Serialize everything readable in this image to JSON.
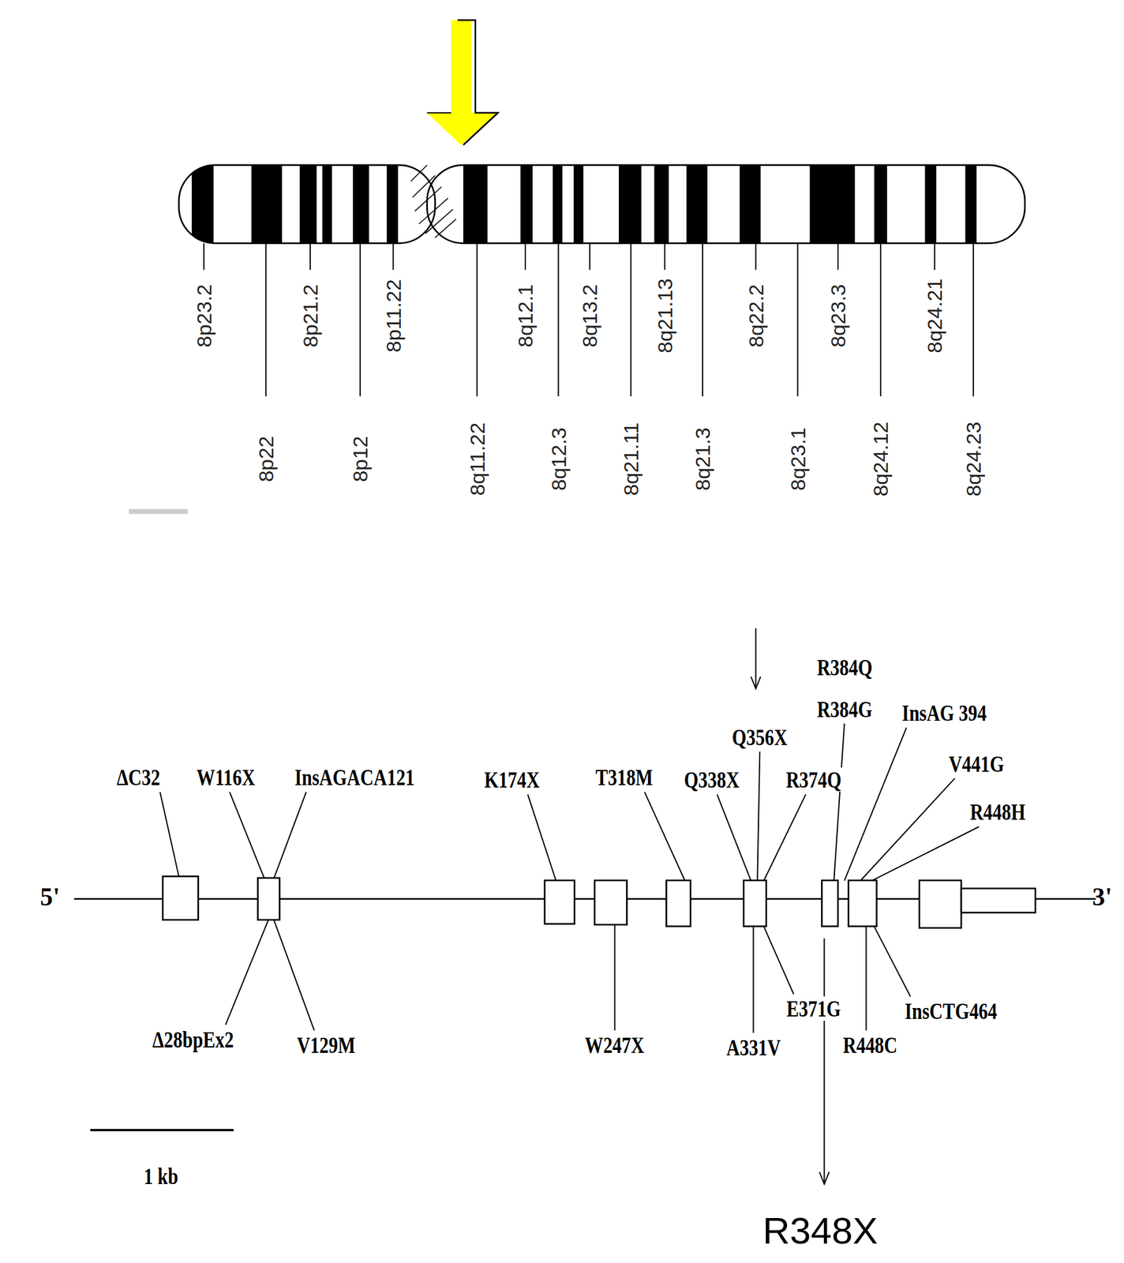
{
  "diagram": {
    "labels": [
      "8p23.2",
      "8p22",
      "8p21.2",
      "8p12",
      "8p11.22",
      "8q11.22",
      "8q12.1",
      "8q12.3",
      "8q13.2",
      "8q21.11",
      "8q21.13",
      "8q21.3",
      "8q22.2",
      "8q23.1",
      "8q23.3",
      "8q24.12",
      "8q24.21",
      "8q24.23",
      "R384Q",
      "R384G",
      "InsAG 394",
      "Q356X",
      "V441G",
      "ΔC32",
      "W116X",
      "InsAGACA121",
      "K174X",
      "T318M",
      "Q338X",
      "R374Q",
      "R448H",
      "5'",
      "3'",
      "E371G",
      "InsCTG464",
      "Δ28bpEx2",
      "V129M",
      "W247X",
      "A331V",
      "R448C",
      "1 kb",
      "R348X"
    ]
  }
}
